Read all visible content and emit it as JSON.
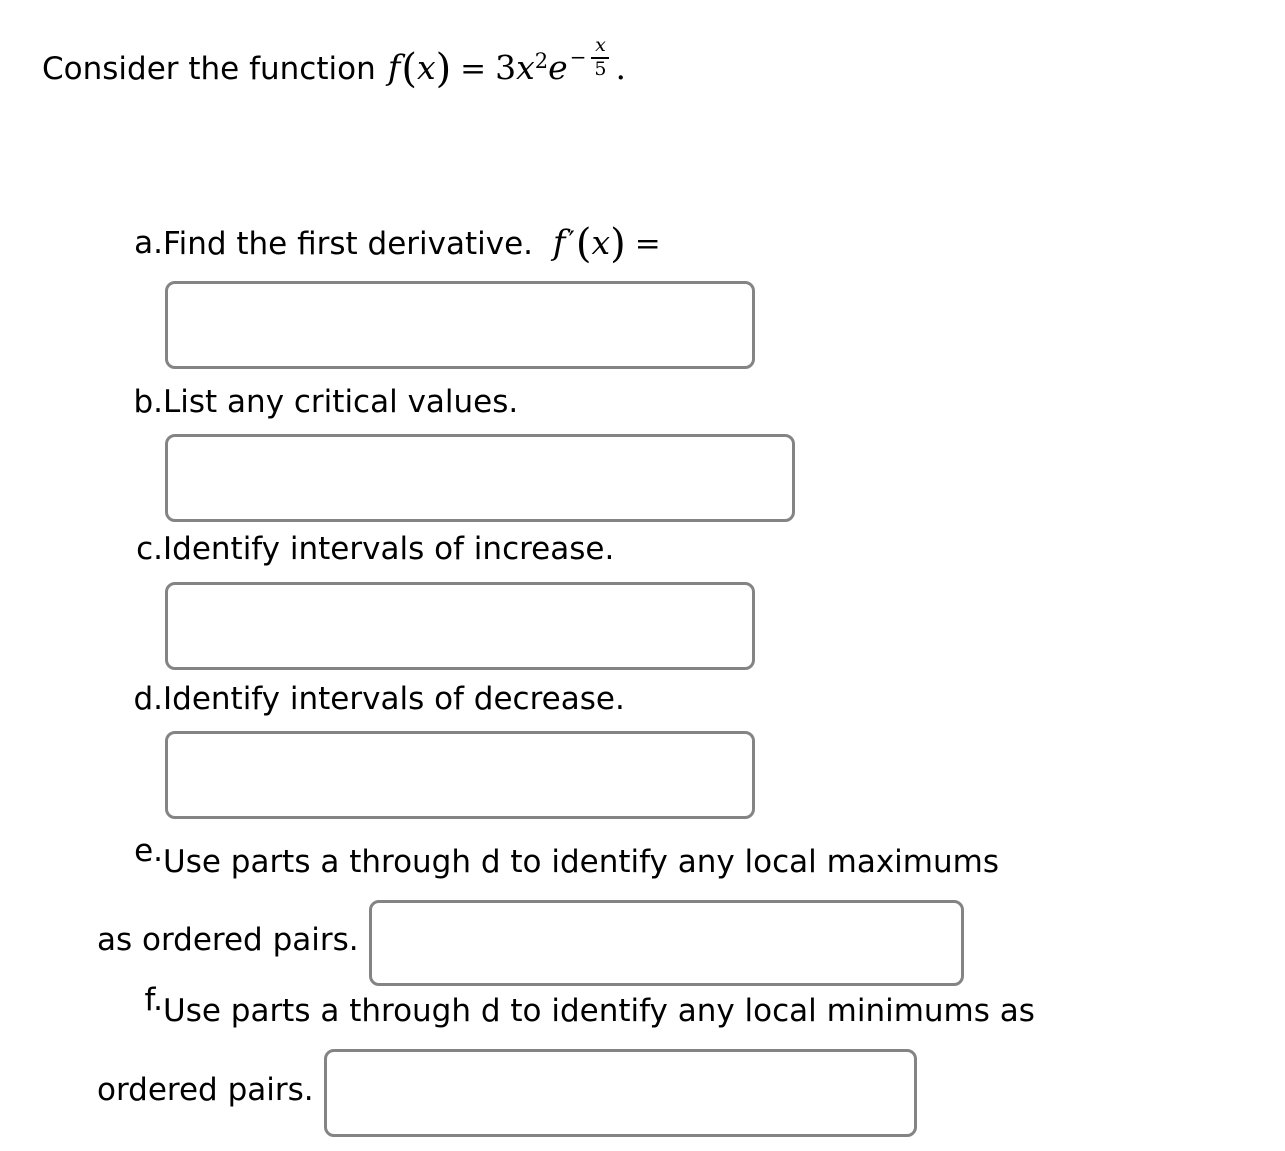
{
  "page": {
    "background": "#ffffff",
    "text_color": "#000000",
    "field_border_color": "#848484"
  },
  "prompt": {
    "lead_text": "Consider the function",
    "function": {
      "name": "f",
      "argument": "x",
      "equals": "=",
      "coefficient": "3",
      "base_variable": "x",
      "power": "2",
      "exp_base": "e",
      "exp_sign": "−",
      "exp_numerator": "x",
      "exp_denominator": "5",
      "trailing_punctuation": "."
    },
    "plain_text": "Consider the function f(x) = 3x²e^(−x/5)."
  },
  "questions": [
    {
      "marker": "a.",
      "text": "Find the first derivative.",
      "math": {
        "name": "f",
        "prime": "′",
        "argument": "x",
        "equals": "="
      },
      "plain_text": "Find the first derivative. f′(x) =",
      "answer": {
        "value": "",
        "placeholder": ""
      }
    },
    {
      "marker": "b.",
      "text": "List any critical values.",
      "plain_text": "List any critical values.",
      "answer": {
        "value": "",
        "placeholder": ""
      }
    },
    {
      "marker": "c.",
      "text": "Identify intervals of increase.",
      "plain_text": "Identify intervals of increase.",
      "answer": {
        "value": "",
        "placeholder": ""
      }
    },
    {
      "marker": "d.",
      "text": "Identify intervals of decrease.",
      "plain_text": "Identify intervals of decrease.",
      "answer": {
        "value": "",
        "placeholder": ""
      }
    },
    {
      "marker": "e.",
      "text_line1": "Use parts a through d to identify any local maximums",
      "text_line2": "as ordered pairs.",
      "plain_text": "Use parts a through d to identify any local maximums as ordered pairs.",
      "answer": {
        "value": "",
        "placeholder": ""
      }
    },
    {
      "marker": "f.",
      "text_line1": "Use parts a through d to identify any local minimums as",
      "text_line2": "ordered pairs.",
      "plain_text": "Use parts a through d to identify any local minimums as ordered pairs.",
      "answer": {
        "value": "",
        "placeholder": ""
      }
    }
  ]
}
